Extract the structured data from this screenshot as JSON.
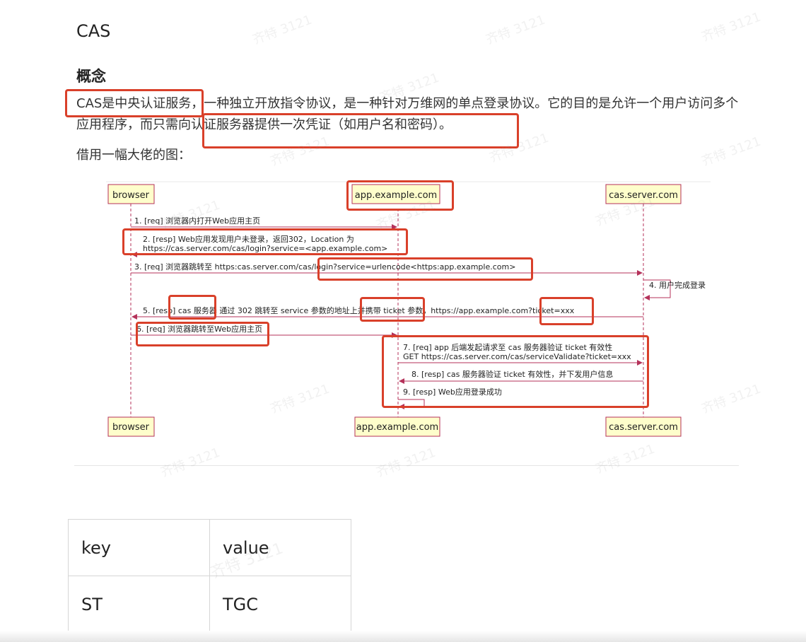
{
  "doc": {
    "title": "CAS",
    "section": "概念",
    "paragraph": "CAS是中央认证服务，一种独立开放指令协议，是一种针对万维网的单点登录协议。它的目的是允许一个用户访问多个应用程序，而只需向认证服务器提供一次凭证（如用户名和密码）。",
    "caption": "借用一幅大佬的图："
  },
  "diagram": {
    "participants": [
      "browser",
      "app.example.com",
      "cas.server.com"
    ],
    "messages": [
      "1. [req] 浏览器内打开Web应用主页",
      "2. [resp] Web应用发现用户未登录，返回302，Location 为",
      "https://cas.server.com/cas/login?service=<app.example.com>",
      "3. [req] 浏览器跳转至 https:cas.server.com/cas/login?service=urlencode<https:app.example.com>",
      "4. 用户完成登录",
      "5. [resp] cas 服务器 通过 302 跳转至 service 参数的地址上并携带 ticket 参数，https://app.example.com?ticket=xxx",
      "6. [req] 浏览器跳转至Web应用主页",
      "7. [req] app 后端发起请求至 cas 服务器验证 ticket 有效性",
      "GET https://cas.server.com/cas/serviceValidate?ticket=xxx",
      "8. [resp] cas 服务器验证 ticket 有效性，并下发用户信息",
      "9. [resp] Web应用登录成功"
    ]
  },
  "table": {
    "header": [
      "key",
      "value"
    ],
    "rows": [
      [
        "ST",
        "TGC"
      ]
    ]
  },
  "watermark": "齐特 3121",
  "colors": {
    "highlight": "#d9402a",
    "arrow": "#b5325a",
    "participant_fill": "#fefecb"
  }
}
